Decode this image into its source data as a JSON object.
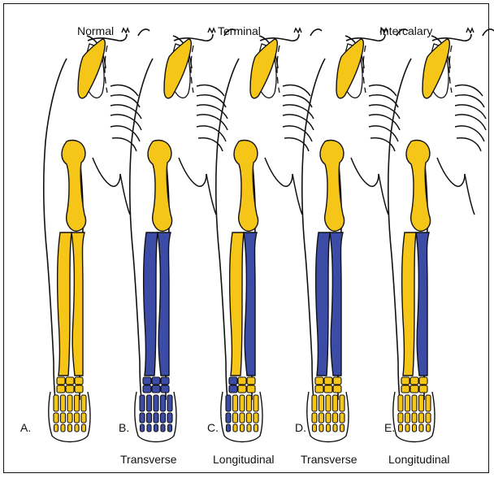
{
  "headers": {
    "normal": "Normal",
    "terminal": "Terminal",
    "intercalary": "Intercalary"
  },
  "panels": [
    {
      "letter": "A.",
      "caption": "",
      "forearm": "normal",
      "hand": "normal"
    },
    {
      "letter": "B.",
      "caption": "Transverse",
      "forearm": "absent",
      "hand": "absent"
    },
    {
      "letter": "C.",
      "caption": "Longitudinal",
      "forearm": "radius-absent",
      "hand": "radial-ray-absent"
    },
    {
      "letter": "D.",
      "caption": "Transverse",
      "forearm": "absent",
      "hand": "normal"
    },
    {
      "letter": "E.",
      "caption": "Longitudinal",
      "forearm": "radius-absent",
      "hand": "normal"
    }
  ],
  "colors": {
    "present_bone": "#F5C518",
    "absent_bone": "#3B4BA6",
    "outline": "#111111",
    "background": "#FFFFFF"
  }
}
